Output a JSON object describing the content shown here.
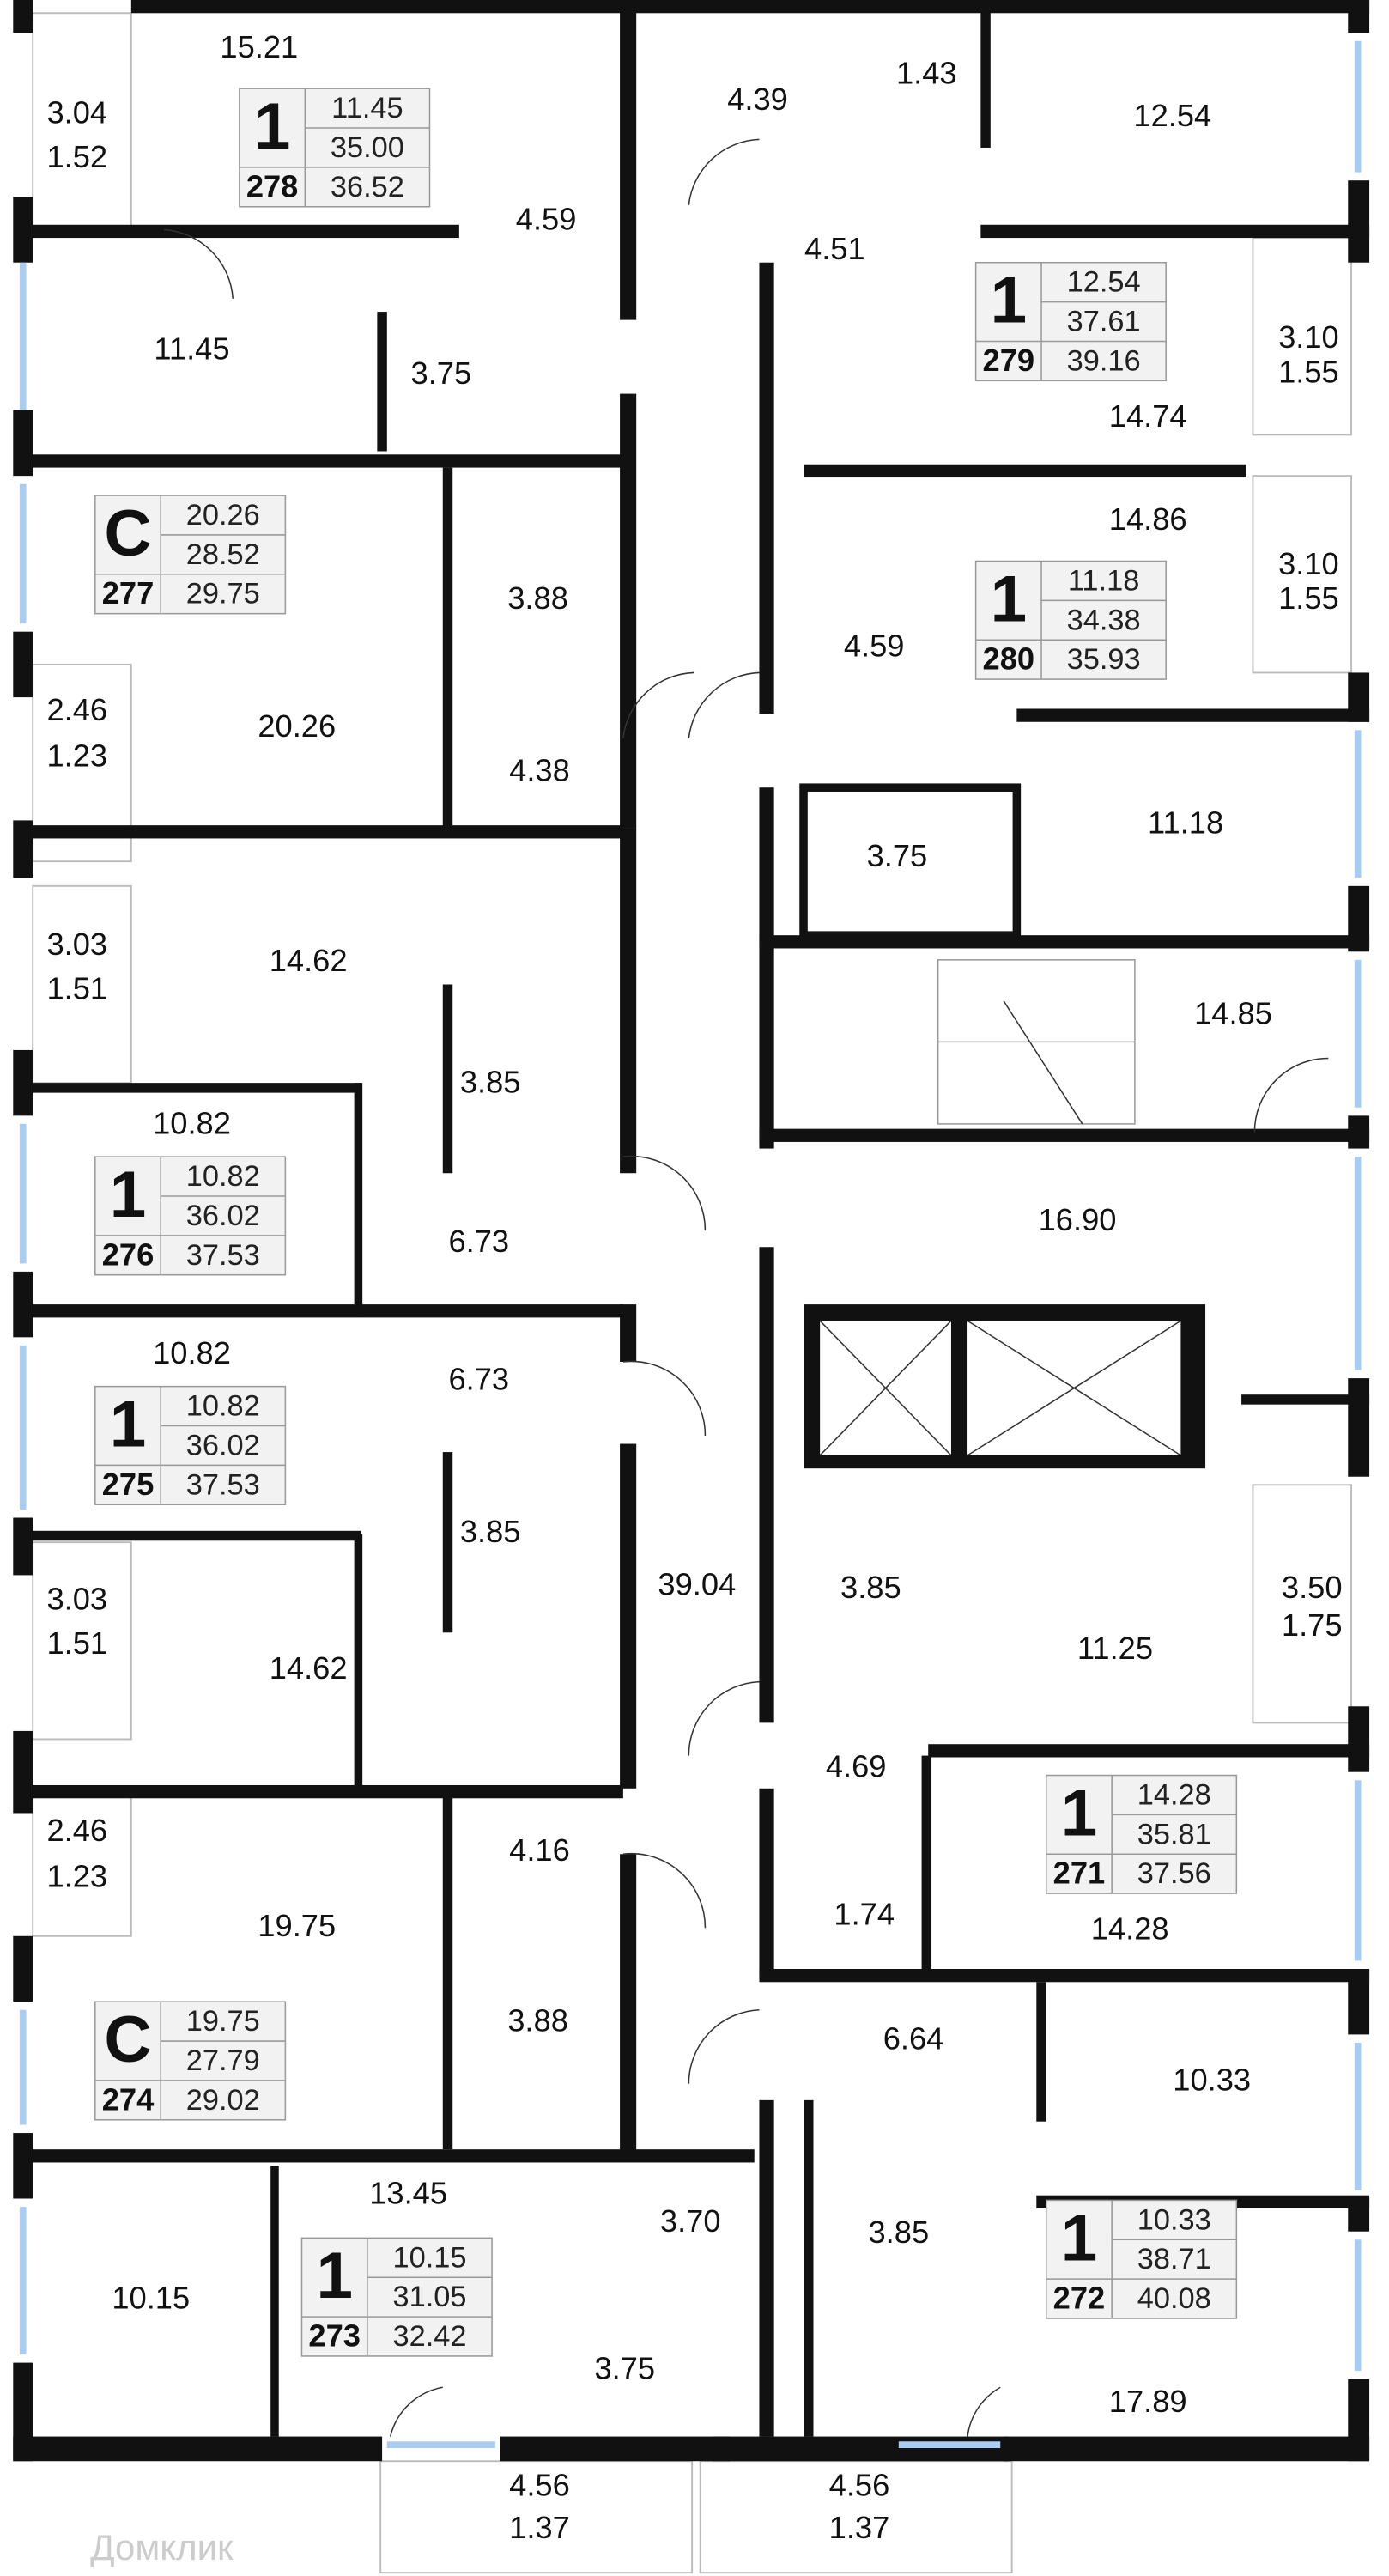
{
  "floorplan": {
    "accent_window_color": "#a9cdf2",
    "wall_color": "#111111",
    "watermark": "Домклик",
    "apartments": [
      {
        "number": "278",
        "type": "1",
        "living_area": "11.45",
        "area_without_balcony": "35.00",
        "total_area": "36.52"
      },
      {
        "number": "279",
        "type": "1",
        "living_area": "12.54",
        "area_without_balcony": "37.61",
        "total_area": "39.16"
      },
      {
        "number": "277",
        "type": "C",
        "living_area": "20.26",
        "area_without_balcony": "28.52",
        "total_area": "29.75"
      },
      {
        "number": "280",
        "type": "1",
        "living_area": "11.18",
        "area_without_balcony": "34.38",
        "total_area": "35.93"
      },
      {
        "number": "276",
        "type": "1",
        "living_area": "10.82",
        "area_without_balcony": "36.02",
        "total_area": "37.53"
      },
      {
        "number": "275",
        "type": "1",
        "living_area": "10.82",
        "area_without_balcony": "36.02",
        "total_area": "37.53"
      },
      {
        "number": "271",
        "type": "1",
        "living_area": "14.28",
        "area_without_balcony": "35.81",
        "total_area": "37.56"
      },
      {
        "number": "274",
        "type": "C",
        "living_area": "19.75",
        "area_without_balcony": "27.79",
        "total_area": "29.02"
      },
      {
        "number": "273",
        "type": "1",
        "living_area": "10.15",
        "area_without_balcony": "31.05",
        "total_area": "32.42"
      },
      {
        "number": "272",
        "type": "1",
        "living_area": "10.33",
        "area_without_balcony": "38.71",
        "total_area": "40.08"
      }
    ],
    "room_areas": [
      "15.21",
      "11.45",
      "4.59",
      "3.75",
      "4.39",
      "1.43",
      "12.54",
      "4.51",
      "14.74",
      "14.86",
      "4.59",
      "3.88",
      "20.26",
      "4.38",
      "11.18",
      "3.75",
      "14.62",
      "14.85",
      "3.85",
      "10.82",
      "6.73",
      "16.90",
      "10.82",
      "6.73",
      "3.85",
      "39.04",
      "3.85",
      "14.62",
      "11.25",
      "4.69",
      "4.16",
      "19.75",
      "14.28",
      "1.74",
      "3.88",
      "6.64",
      "10.33",
      "13.45",
      "3.70",
      "3.85",
      "10.15",
      "3.75",
      "17.89"
    ],
    "balconies": [
      {
        "area": "3.04",
        "reduced_area": "1.52"
      },
      {
        "area": "3.10",
        "reduced_area": "1.55"
      },
      {
        "area": "3.10",
        "reduced_area": "1.55"
      },
      {
        "area": "2.46",
        "reduced_area": "1.23"
      },
      {
        "area": "3.03",
        "reduced_area": "1.51"
      },
      {
        "area": "3.03",
        "reduced_area": "1.51"
      },
      {
        "area": "3.50",
        "reduced_area": "1.75"
      },
      {
        "area": "2.46",
        "reduced_area": "1.23"
      },
      {
        "area": "4.56",
        "reduced_area": "1.37"
      },
      {
        "area": "4.56",
        "reduced_area": "1.37"
      }
    ]
  }
}
